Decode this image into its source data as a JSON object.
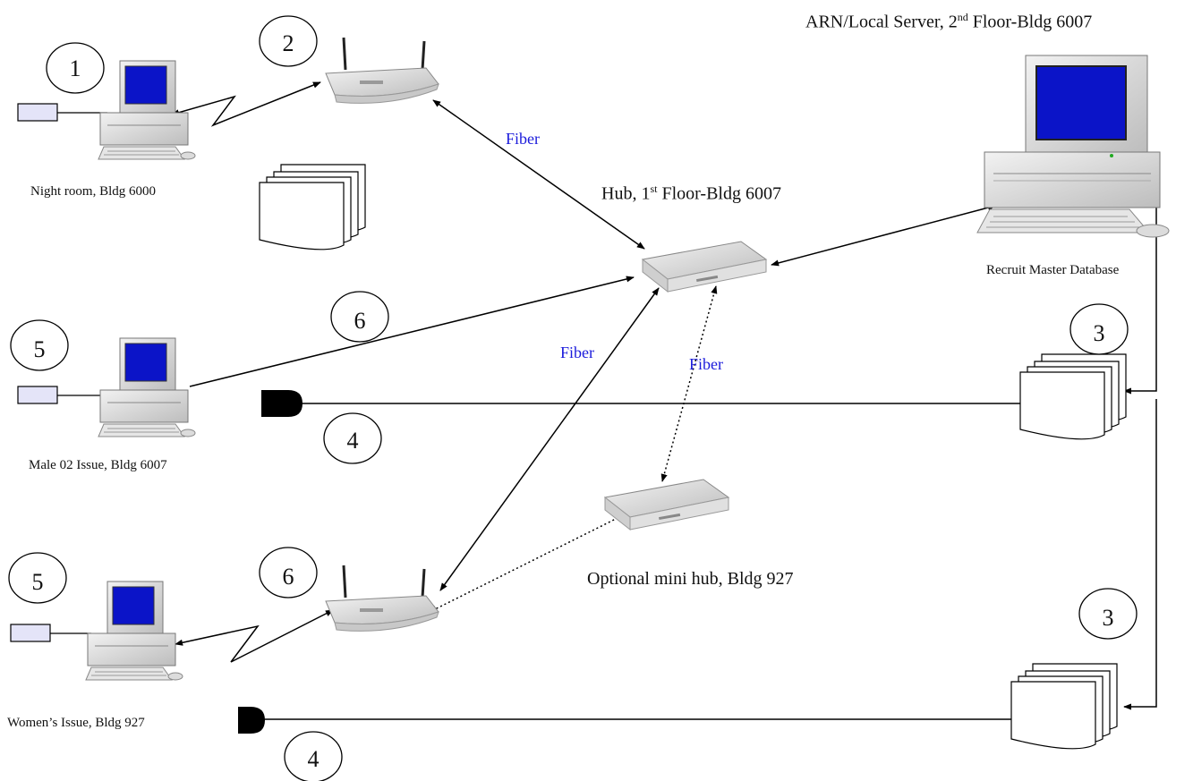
{
  "labels": {
    "server": "ARN/Local Server, 2",
    "server_sup": "nd",
    "server_tail": " Floor-Bldg 6007",
    "hub": "Hub, 1",
    "hub_sup": "st",
    "hub_tail": " Floor-Bldg 6007",
    "night_room": "Night room, Bldg 6000",
    "recruit_db": "Recruit Master Database",
    "male_issue": "Male 02 Issue, Bldg 6007",
    "women_issue": "Women’s Issue, Bldg 927",
    "mini_hub": "Optional mini hub, Bldg 927"
  },
  "fiber_labels": [
    "Fiber",
    "Fiber",
    "Fiber"
  ],
  "numbers": [
    "1",
    "2",
    "3",
    "3",
    "4",
    "4",
    "5",
    "5",
    "6",
    "6"
  ],
  "colors": {
    "screen": "#0b14c8",
    "fiber_text": "#1a1adb",
    "device": "#dcdcdc",
    "card_reader": "#e4e4f8"
  },
  "icons": [
    "computer-icon",
    "wireless-router-icon",
    "hub-icon",
    "document-stack-icon",
    "card-reader-icon",
    "printer-icon"
  ]
}
